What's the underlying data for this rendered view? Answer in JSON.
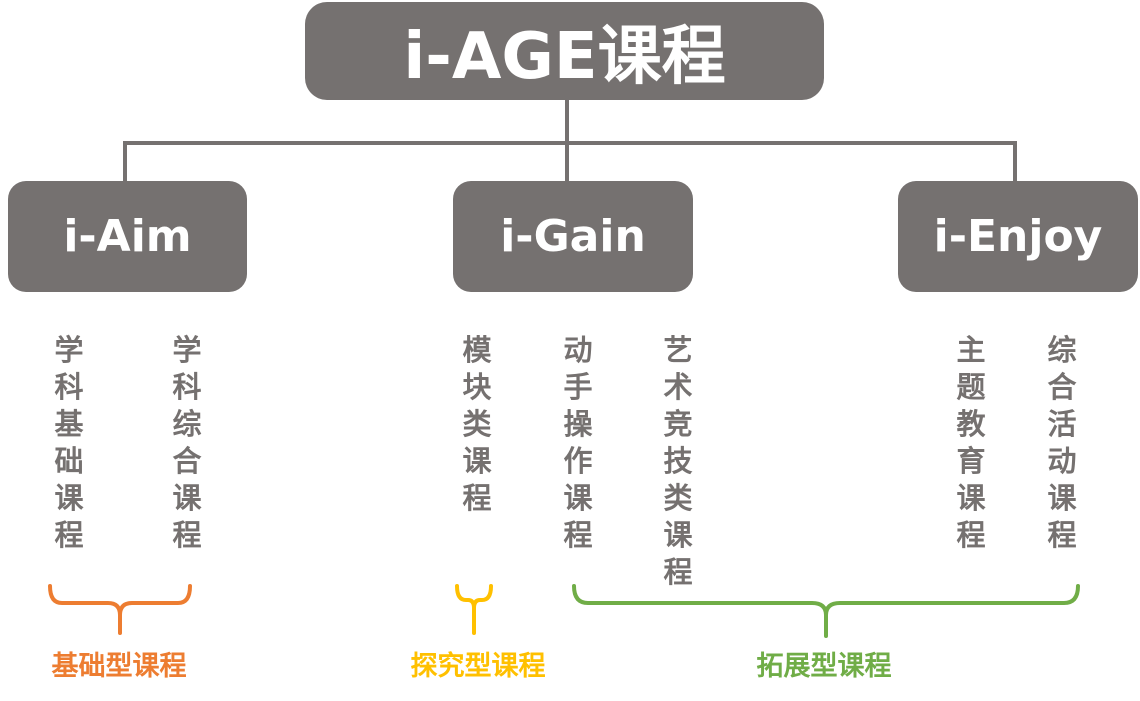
{
  "root": {
    "title": "i-AGE课程"
  },
  "branches": [
    {
      "label": "i-Aim",
      "columns": [
        "学科基础课程",
        "学科综合课程"
      ]
    },
    {
      "label": "i-Gain",
      "columns": [
        "模块类课程",
        "动手操作课程",
        "艺术竞技类课程"
      ]
    },
    {
      "label": "i-Enjoy",
      "columns": [
        "主题教育课程",
        "综合活动课程"
      ]
    }
  ],
  "groups": [
    {
      "label": "基础型课程",
      "color": "#ED7D31"
    },
    {
      "label": "探究型课程",
      "color": "#FFC000"
    },
    {
      "label": "拓展型课程",
      "color": "#70AD47"
    }
  ],
  "colors": {
    "box": "#757170",
    "connector": "#757170",
    "text": "#757170"
  }
}
